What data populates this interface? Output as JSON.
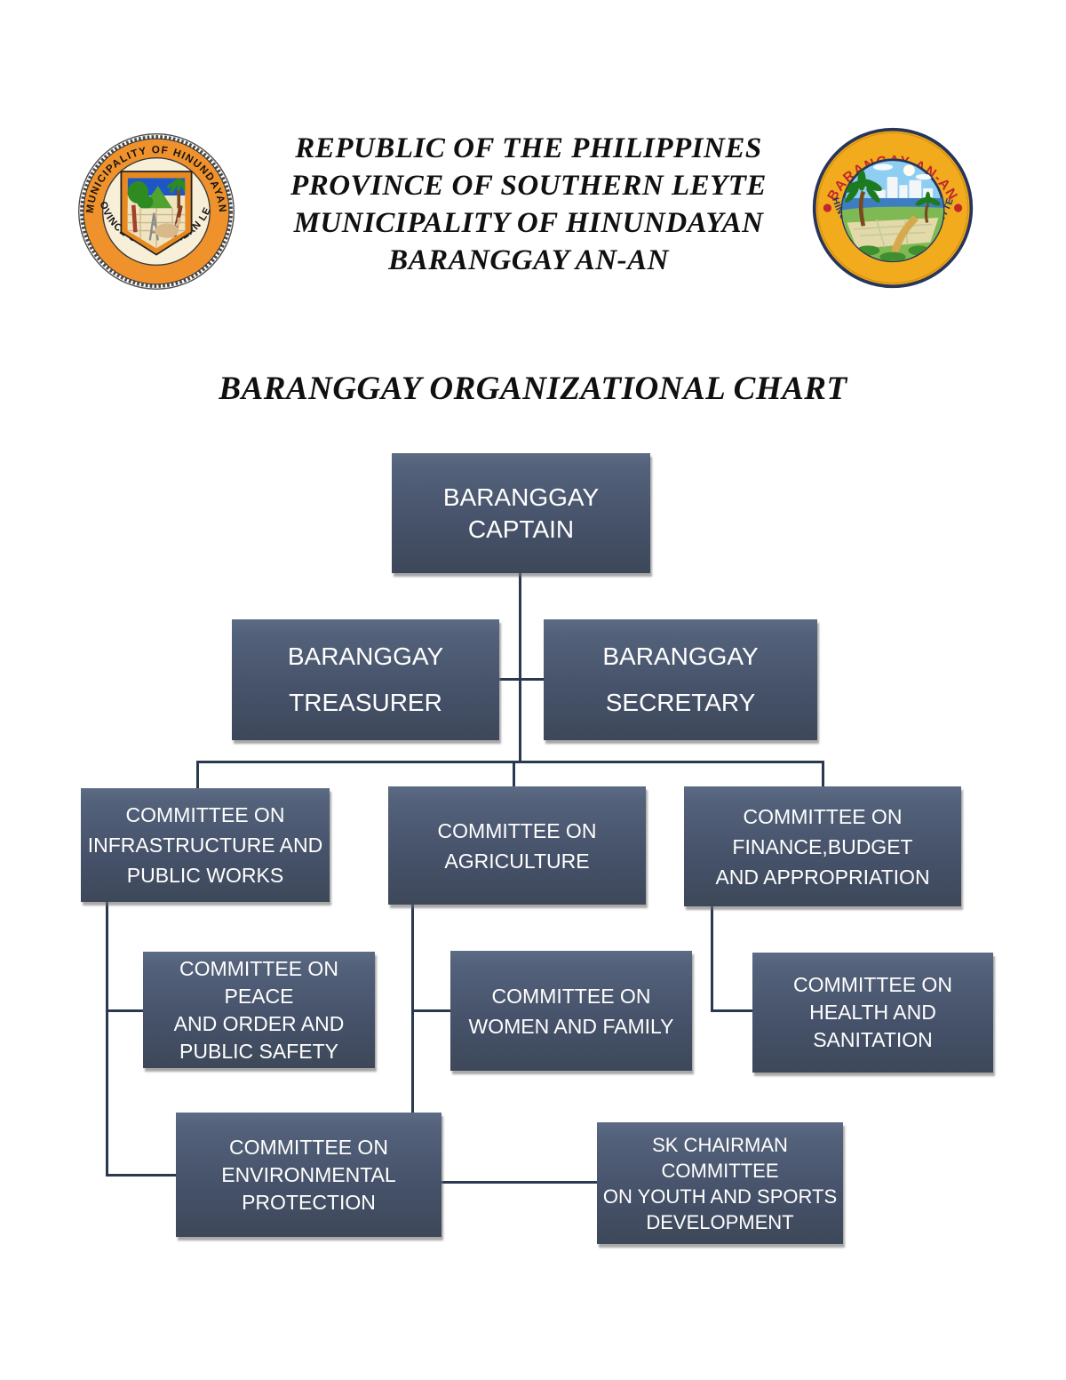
{
  "document": {
    "header_lines": [
      "REPUBLIC OF THE PHILIPPINES",
      "PROVINCE OF SOUTHERN LEYTE",
      "MUNICIPALITY OF HINUNDAYAN",
      "BARANGGAY AN-AN"
    ],
    "chart_title": "BARANGGAY ORGANIZATIONAL CHART"
  },
  "seals": {
    "left": {
      "top_arc": "MUNICIPALITY OF HINUNDAYAN",
      "bottom_arc": "PROVINCE OF SOUTHERN LEYTE",
      "ring_color": "#F0922B"
    },
    "right": {
      "top_arc": "BARANGAY AN-AN",
      "bottom_arc": "HINUNDAYAN, SOUTHERN LEYTE",
      "ring_color": "#F2AB1D"
    }
  },
  "org_chart": {
    "nodes": [
      {
        "id": "captain",
        "label": "BARANGGAY CAPTAIN",
        "reports_to": null
      },
      {
        "id": "treasurer",
        "label": "BARANGGAY\nTREASURER",
        "reports_to": "captain"
      },
      {
        "id": "secretary",
        "label": "BARANGGAY\nSECRETARY",
        "reports_to": "captain"
      },
      {
        "id": "infrastructure",
        "label": "COMMITTEE ON\nINFRASTRUCTURE AND\nPUBLIC WORKS",
        "reports_to": "captain"
      },
      {
        "id": "agriculture",
        "label": "COMMITTEE ON\nAGRICULTURE",
        "reports_to": "captain"
      },
      {
        "id": "finance",
        "label": "COMMITTEE ON\nFINANCE,BUDGET\nAND APPROPRIATION",
        "reports_to": "captain"
      },
      {
        "id": "peace",
        "label": "COMMITTEE ON PEACE\nAND ORDER AND\nPUBLIC SAFETY",
        "reports_to": "infrastructure"
      },
      {
        "id": "women",
        "label": "COMMITTEE ON\nWOMEN AND FAMILY",
        "reports_to": "agriculture"
      },
      {
        "id": "health",
        "label": "COMMITTEE ON\nHEALTH AND\nSANITATION",
        "reports_to": "finance"
      },
      {
        "id": "environmental",
        "label": "COMMITTEE ON\nENVIRONMENTAL\nPROTECTION",
        "reports_to": "infrastructure"
      },
      {
        "id": "sk",
        "label": "SK CHAIRMAN COMMITTEE\nON YOUTH AND SPORTS\nDEVELOPMENT",
        "reports_to": "environmental"
      }
    ]
  },
  "colors": {
    "node_gradient_top": "#5D6C85",
    "node_gradient_bottom": "#3D4859",
    "node_text": "#FFFFFF",
    "connector": "#2A3850",
    "header_text": "#101010",
    "page_background": "#FFFFFF"
  }
}
